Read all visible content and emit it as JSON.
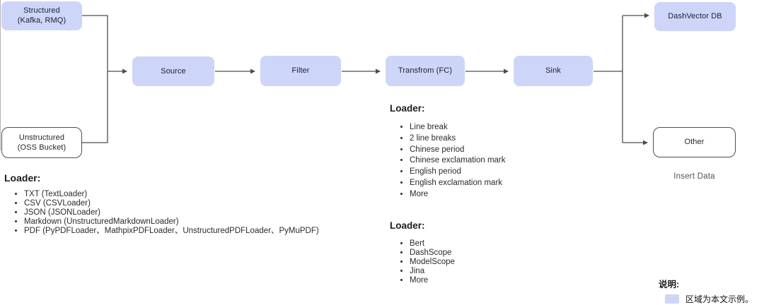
{
  "diagram": {
    "nodes": {
      "structured": {
        "label": "Structured",
        "sub": "(Kafka, RMQ)"
      },
      "unstructured": {
        "label": "Unstructured",
        "sub": "(OSS Bucket)"
      },
      "source": {
        "label": "Source"
      },
      "filter": {
        "label": "Filter"
      },
      "transform": {
        "label": "Transfrom (FC)"
      },
      "sink": {
        "label": "Sink"
      },
      "dashvector": {
        "label": "DashVector DB"
      },
      "other": {
        "label": "Other"
      }
    },
    "annotations": {
      "insert_data": "Insert Data"
    }
  },
  "loader_lists": {
    "sources": {
      "heading": "Loader:",
      "items": [
        "TXT (TextLoader)",
        "CSV (CSVLoader)",
        "JSON (JSONLoader)",
        "Markdown (UnstructuredMarkdownLoader)",
        "PDF (PyPDFLoader、MathpixPDFLoader、UnstructuredPDFLoader、PyMuPDF)"
      ]
    },
    "splitters": {
      "heading": "Loader:",
      "items": [
        "Line break",
        "2 line breaks",
        "Chinese period",
        "Chinese exclamation mark",
        "English period",
        "English exclamation mark",
        "More"
      ]
    },
    "embeddings": {
      "heading": "Loader:",
      "items": [
        "Bert",
        "DashScope",
        "ModelScope",
        "Jina",
        "More"
      ]
    }
  },
  "legend": {
    "title": "说明:",
    "note": "区域为本文示例。",
    "swatch_color": "#cdd5f8"
  },
  "colors": {
    "node_fill_blue": "#cdd5f8",
    "node_text": "#1c2130",
    "white_node_border": "#4f4f4f",
    "connector_line": "#4d4d4d",
    "insert_data_text": "#4d5561"
  }
}
